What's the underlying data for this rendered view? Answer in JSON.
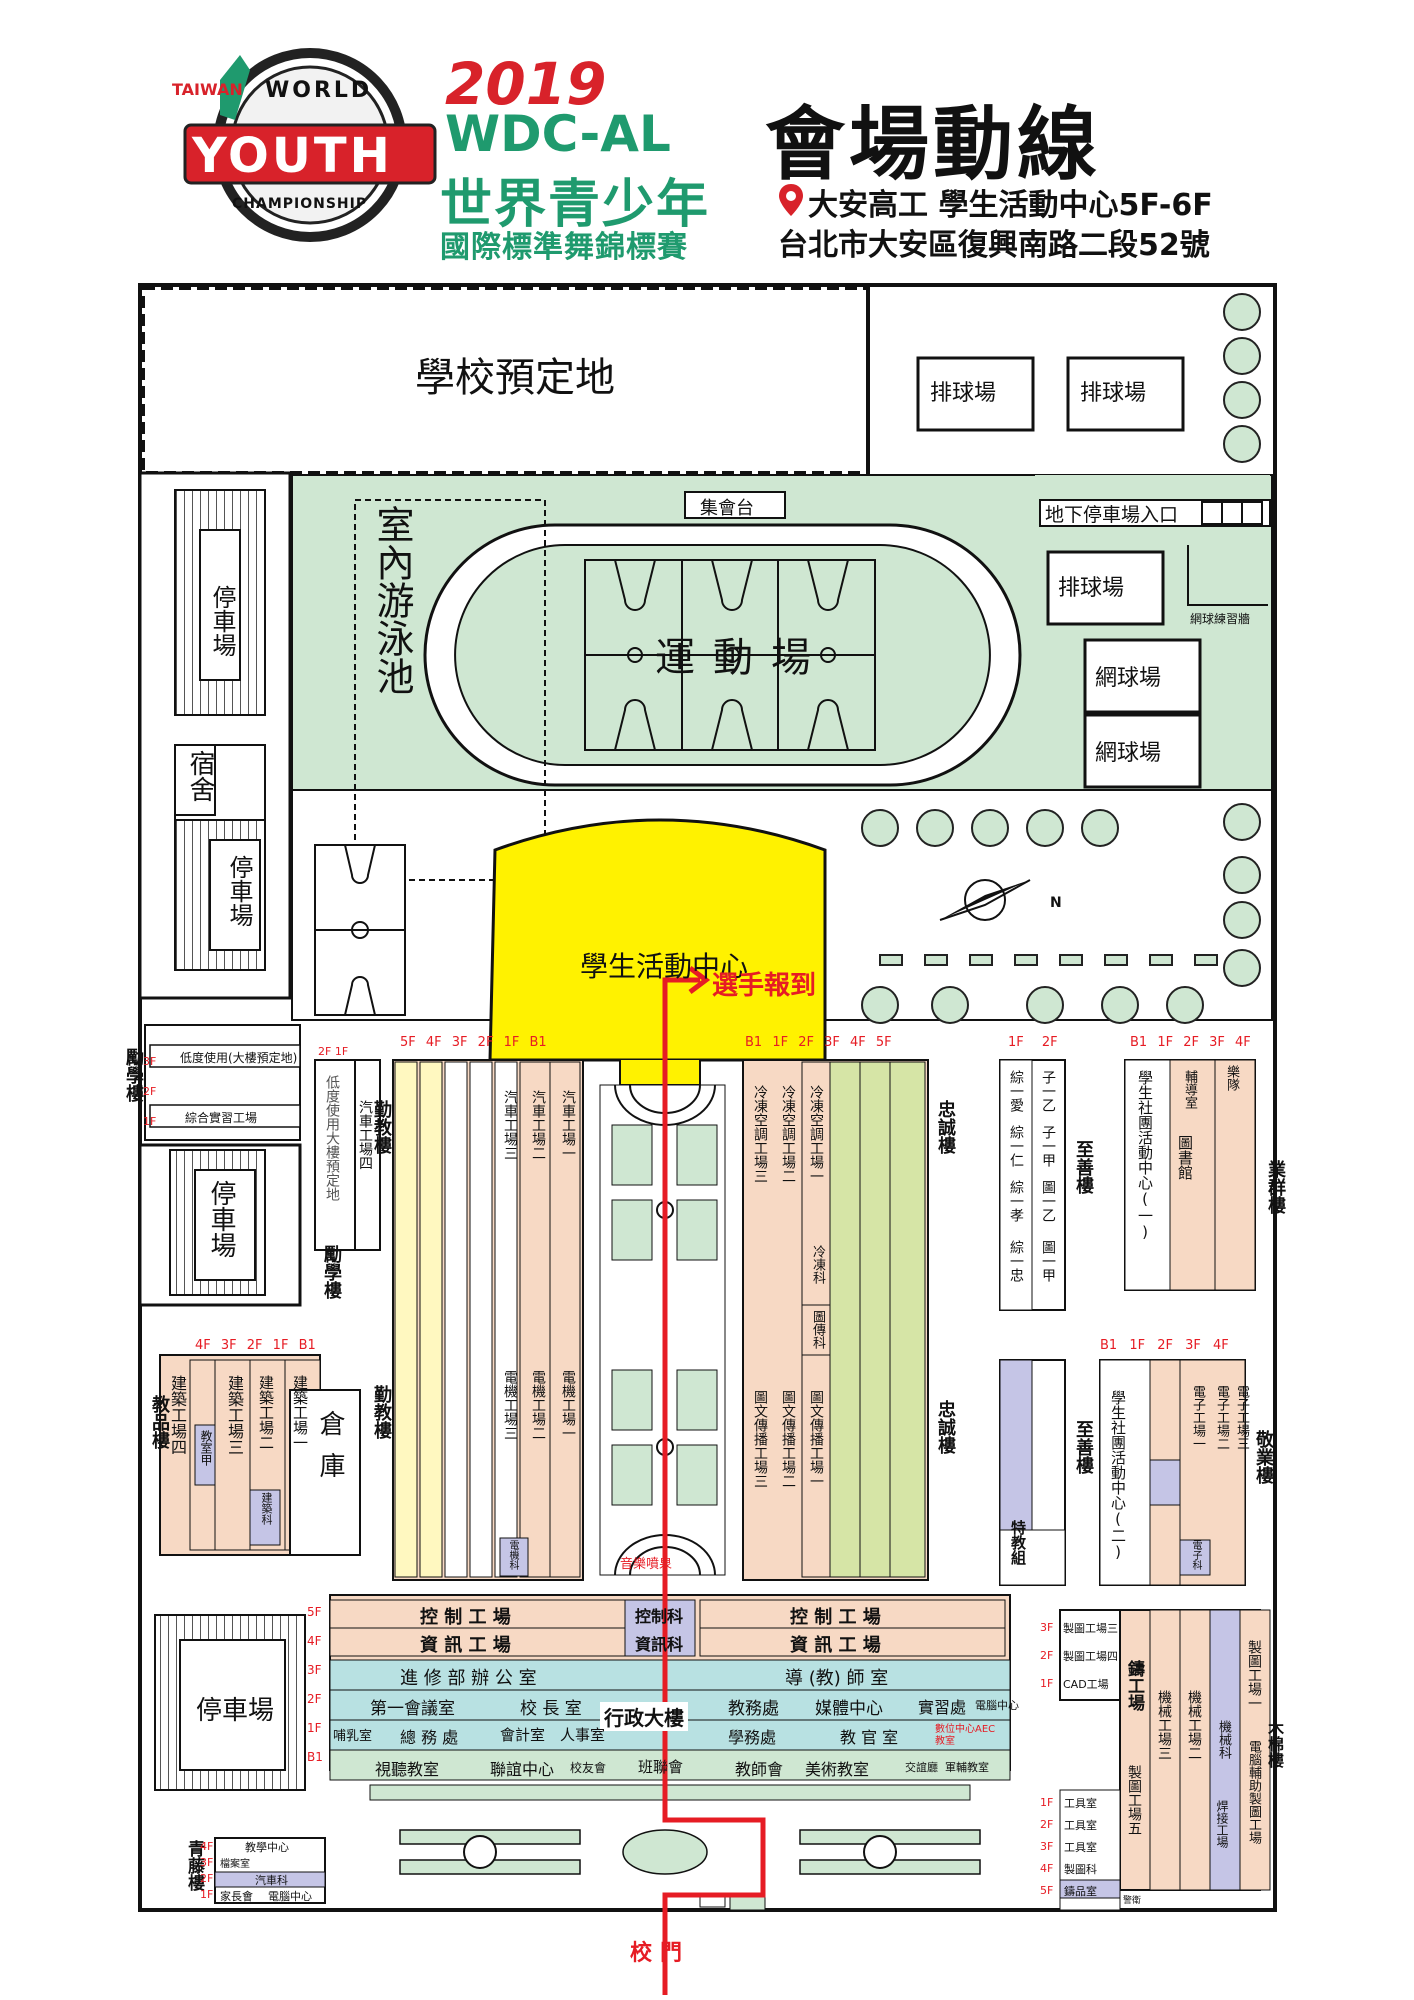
{
  "header": {
    "logo": {
      "taiwan": "TAIWAN",
      "world": "WORLD",
      "youth": "YOUTH",
      "championship": "CHAMPIONSHIP",
      "year": "2019",
      "event_code": "WDC-AL",
      "event_name": "世界青少年",
      "event_sub": "國際標準舞錦標賽"
    },
    "title": "會場動線",
    "venue": "大安高工  學生活動中心5F-6F",
    "address": "台北市大安區復興南路二段52號"
  },
  "map": {
    "reserved_land": "學校預定地",
    "volleyball_1": "排球場",
    "volleyball_2": "排球場",
    "volleyball_3": "排球場",
    "assembly_stage": "集會台",
    "underground_parking": "地下停車場入口",
    "tennis_practice": "網球練習牆",
    "tennis_1": "網球場",
    "tennis_2": "網球場",
    "pool": "室內游泳池",
    "stadium": "運動場",
    "parking_1": "停車場",
    "dorm": "宿舍",
    "parking_2": "停車場",
    "parking_3": "停車場",
    "parking_4": "停車場",
    "compass": "N",
    "activity_center": "學生活動中心",
    "registration": "選手報到",
    "gate": "校門",
    "left_top": {
      "low_use": "低度使用(大樓預定地)",
      "factory": "綜合實習工場",
      "building": "勵學樓",
      "floors": [
        "3F",
        "2F",
        "1F"
      ],
      "floors_right": [
        "2F",
        "1F"
      ]
    },
    "auto_workshop": "汽車工場四",
    "low_use_vertical": "低度使用大樓預定地",
    "lixue2": "勵學樓",
    "qinjiao_1": "勤教樓",
    "qinjiao_2": "勤教樓",
    "zhongcheng_1": "忠誠樓",
    "zhongcheng_2": "忠誠樓",
    "zhishan_1": "至善樓",
    "zhishan_2": "至善樓",
    "yequn": "業群樓",
    "jingye": "敬業樓",
    "jiaopin": "教品樓",
    "mumian": "木棉樓",
    "qingteng": "青藤樓",
    "warehouse": "倉庫",
    "admin_building": "行政大樓",
    "qinjiao_floors": [
      "5F",
      "4F",
      "3F",
      "2F",
      "1F",
      "B1"
    ],
    "qinjiao_workshops": [
      "汽車工場三",
      "汽車工場二",
      "汽車工場一"
    ],
    "elec_workshops": [
      "電機工場三",
      "電機工場二",
      "電機工場一"
    ],
    "elec_dept": "電機科",
    "zhongcheng_floors": [
      "B1",
      "1F",
      "2F",
      "3F",
      "4F",
      "5F"
    ],
    "hvac_workshops": [
      "冷凍空調工場三",
      "冷凍空調工場二",
      "冷凍空調工場一"
    ],
    "hvac_dept": "冷凍科",
    "library_dept": "圖傳科",
    "graphic_workshops": [
      "圖文傳播工場三",
      "圖文傳播工場二",
      "圖文傳播工場一"
    ],
    "zhishan_floors": [
      "1F",
      "2F"
    ],
    "zhishan_rooms": [
      "綜一愛",
      "綜一仁",
      "綜一孝",
      "綜一忠"
    ],
    "zhishan_rooms2": [
      "子一乙",
      "子一甲",
      "圖一乙",
      "圖一甲"
    ],
    "special_class": "特教組",
    "student_center1": "學生社團活動中心(一)",
    "student_center2": "學生社團活動中心(二)",
    "library": "圖書館",
    "counsel": "輔導室",
    "band": "樂隊",
    "yequn_floors": [
      "B1",
      "1F",
      "2F",
      "3F",
      "4F"
    ],
    "construction": {
      "floors": [
        "4F",
        "3F",
        "2F",
        "1F",
        "B1"
      ],
      "workshops": [
        "建築工場四",
        "建築工場三",
        "建築工場二",
        "建築工場一"
      ],
      "dept": "建築科",
      "classroom": "教室甲"
    },
    "jingye_floors": [
      "B1",
      "1F",
      "2F",
      "3F",
      "4F"
    ],
    "electronics_workshops": [
      "電子工場一",
      "電子工場二",
      "電子工場三"
    ],
    "electronics_dept": "電子科",
    "admin_floors": [
      "5F",
      "4F",
      "3F",
      "2F",
      "1F",
      "B1"
    ],
    "admin": {
      "control_left": "控 制 工 場",
      "control_dept": "控制科",
      "control_right": "控 制 工 場",
      "info_left": "資 訊 工 場",
      "info_dept": "資訊科",
      "info_right": "資 訊 工 場",
      "evening_office": "進 修 部 辦 公 室",
      "mentor_office": "導 (教) 師 室",
      "meeting_room": "第一會議室",
      "principal": "校 長 室",
      "academic": "教務處",
      "media": "媒體中心",
      "internship": "實習處",
      "computer_center": "電腦中心",
      "nursing": "哺乳室",
      "general_affairs": "總 務 處",
      "accounting": "會計室",
      "personnel": "人事室",
      "student_affairs": "學務處",
      "military": "教 官 室",
      "ae_center": "數位中心AEC教室",
      "av_room": "視聽教室",
      "alumni_center": "聯誼中心",
      "alumni_assoc": "校友會",
      "class_council": "班聯會",
      "teachers": "教師會",
      "art_room": "美術教室",
      "exchange": "交誼廳",
      "military_room": "軍輔教室"
    },
    "ftc": {
      "floors": [
        "3F",
        "2F",
        "1F"
      ],
      "rooms": [
        "製圖工場三",
        "製圖工場四",
        "CAD工場"
      ]
    },
    "casting": "鑄工場",
    "machine_workshops": [
      "機械工場三",
      "機械工場二"
    ],
    "machine_dept": "機械科",
    "drawing_workshop": "製圖工場一",
    "cad_workshop": "電腦輔助製圖工場",
    "weld_workshop": "焊接工場",
    "tool_rooms": {
      "floors": [
        "1F",
        "2F",
        "3F",
        "4F",
        "5F"
      ],
      "rooms": [
        "工具室",
        "工具室",
        "工具室",
        "製圖科",
        "鑄品室"
      ]
    },
    "drawing5": "製圖工場五",
    "guard": "警衛",
    "qingteng_rooms": {
      "floors": [
        "4F",
        "3F",
        "2F",
        "1F"
      ],
      "rooms": [
        "教學中心",
        "檔案室",
        "汽車科",
        "家長會",
        "電腦中心"
      ]
    },
    "fountain": "音樂噴泉"
  }
}
